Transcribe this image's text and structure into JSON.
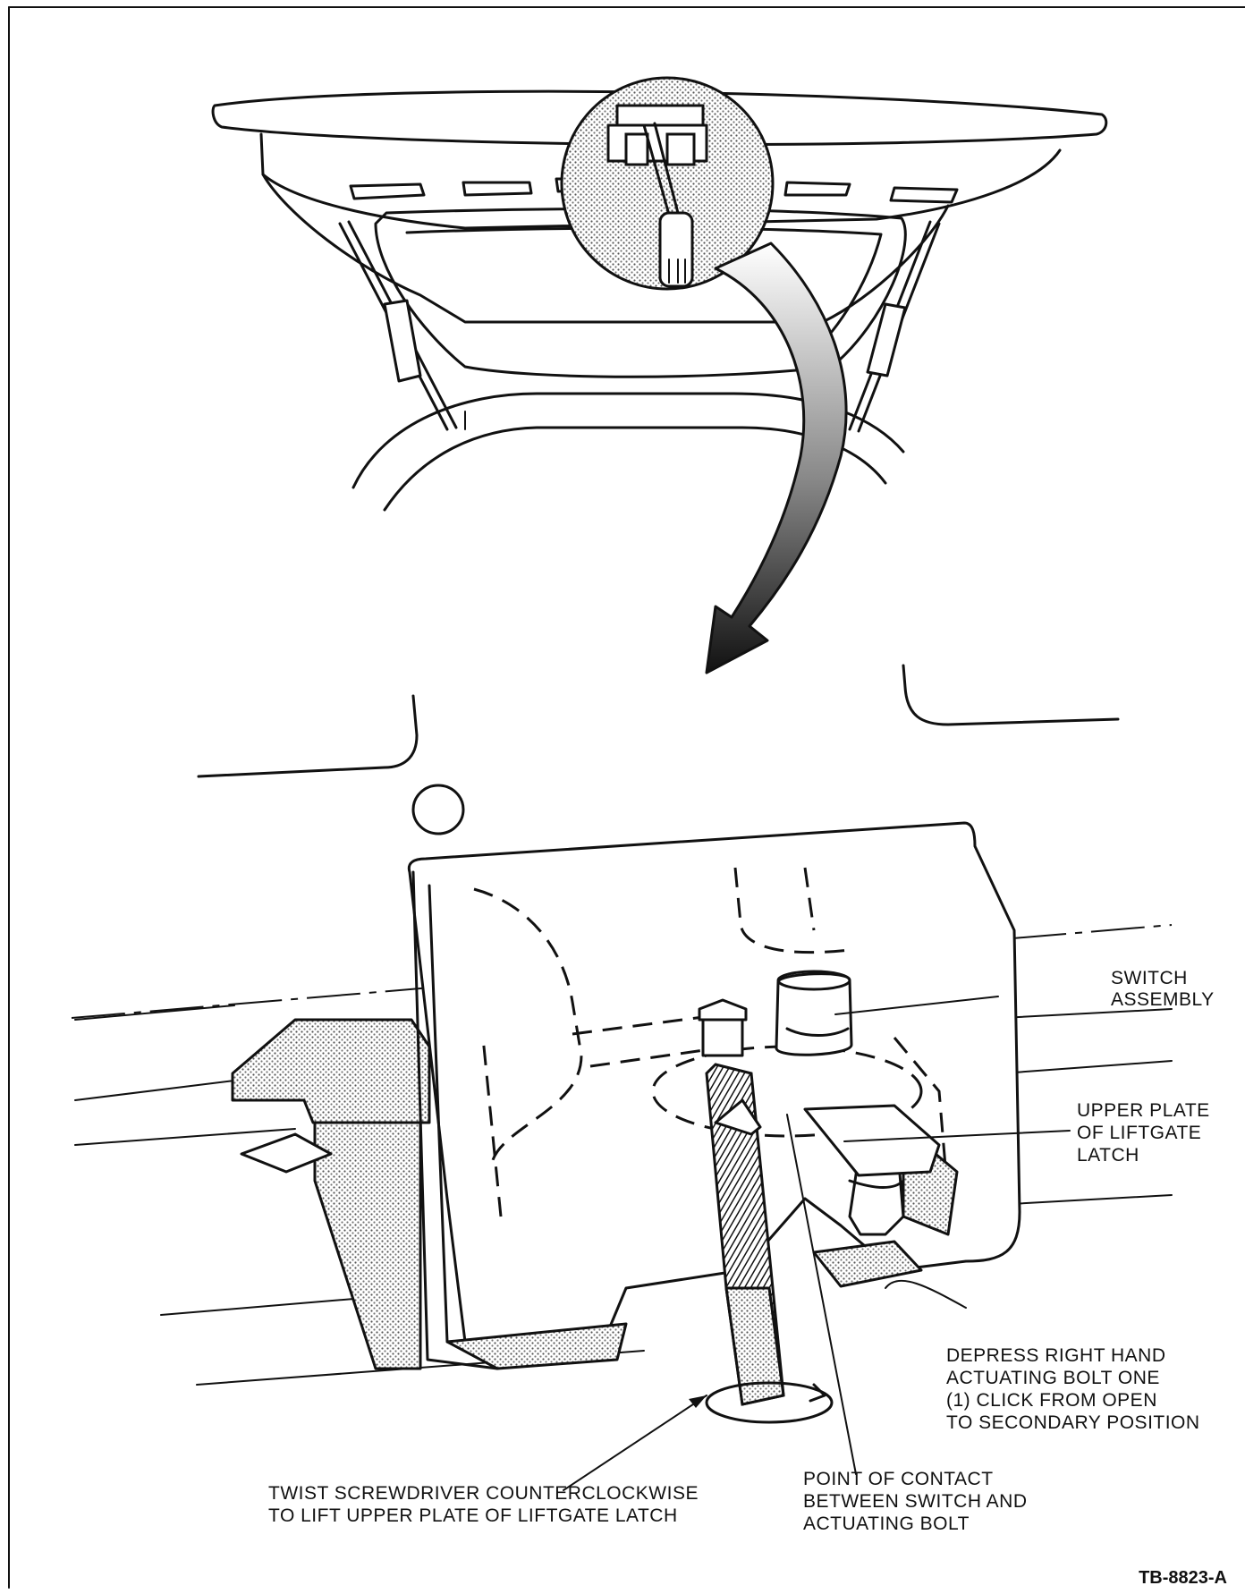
{
  "callouts": {
    "switch_assembly": [
      "SWITCH",
      "ASSEMBLY"
    ],
    "upper_plate": [
      "UPPER PLATE",
      "OF LIFTGATE",
      "LATCH"
    ],
    "depress_bolt": [
      "DEPRESS RIGHT HAND",
      "ACTUATING BOLT ONE",
      "(1) CLICK FROM OPEN",
      "TO SECONDARY POSITION"
    ],
    "point_of_contact": [
      "POINT OF CONTACT",
      "BETWEEN SWITCH AND",
      "ACTUATING BOLT"
    ],
    "twist_screwdriver": [
      "TWIST SCREWDRIVER COUNTERCLOCKWISE",
      "TO LIFT UPPER PLATE OF LIFTGATE LATCH"
    ]
  },
  "figure_id": "TB-8823-A"
}
